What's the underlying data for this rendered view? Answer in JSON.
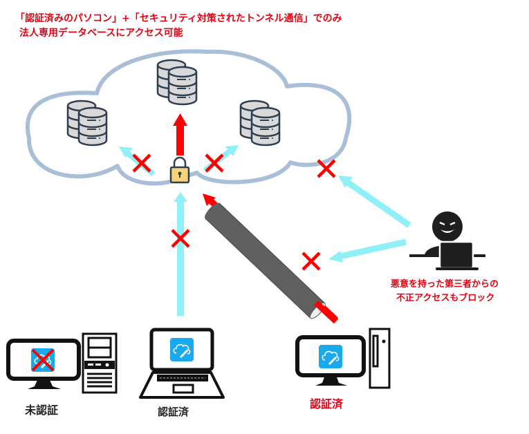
{
  "headline": {
    "line1": "「認証済みのパソコン」+「セキュリティ対策されたトンネル通信」でのみ",
    "line2": "法人専用データベースにアクセス可能"
  },
  "devices": {
    "unauthenticated": {
      "label": "未認証",
      "status": "blocked"
    },
    "laptop": {
      "label": "認証済"
    },
    "desktop": {
      "label": "認証済"
    }
  },
  "attacker": {
    "note_line1": "悪意を持った第三者からの",
    "note_line2": "不正アクセスもブロック"
  },
  "colors": {
    "accent_red": "#e60012",
    "cloud_outline": "#a9bfd8",
    "blocked_arrow": "#8ff0f8",
    "tunnel": "#606060",
    "database_fill": "#d9d9d9",
    "database_stroke": "#2d3e50",
    "lock_fill": "#f8d37a",
    "app_icon": "#1aa9ea"
  },
  "icons": {
    "database": "database-icon",
    "lock": "padlock-icon",
    "cloud_app": "cloud-pen-app-icon",
    "blocked": "cross-mark-icon",
    "attacker": "hacker-icon"
  }
}
